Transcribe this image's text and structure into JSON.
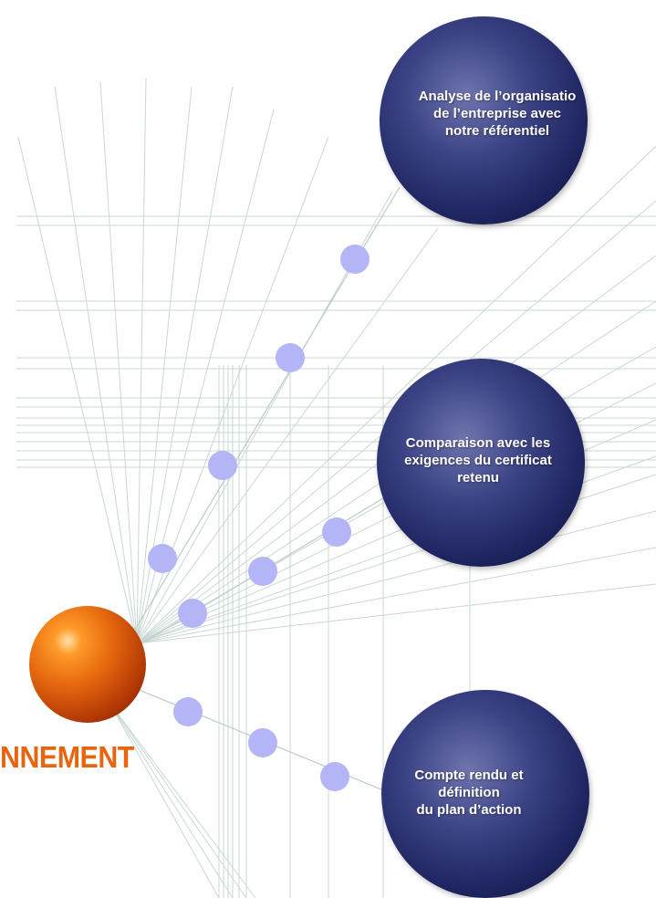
{
  "diagram": {
    "hub": {
      "label": "NNEMENT",
      "color": "#e8650f"
    },
    "steps": [
      {
        "id": "step-analysis",
        "label": "Analyse de l’organisatio\nde l’entreprise avec\nnotre référentiel"
      },
      {
        "id": "step-comparison",
        "label": "Comparaison avec les\nexigences du certificat\nretenu"
      },
      {
        "id": "step-report",
        "label": "Compte rendu et\ndéfinition\ndu plan d’action"
      }
    ],
    "colors": {
      "step_sphere": "#2a3170",
      "connector_dot": "#b4b5f6",
      "hub_sphere": "#e76a0f",
      "grid_lines": "#c9d8d3"
    }
  }
}
